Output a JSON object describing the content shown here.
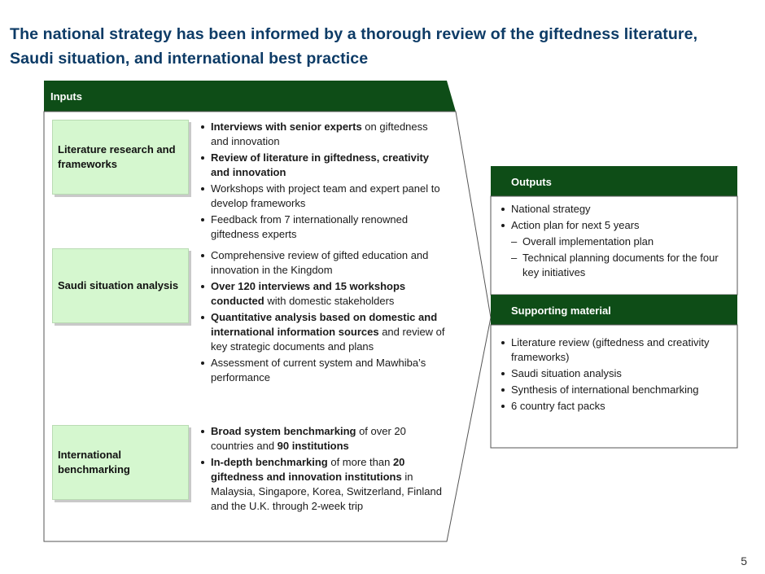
{
  "title": "The national strategy has been informed by a thorough review of the giftedness literature, Saudi situation, and international best practice",
  "inputs": {
    "header": "Inputs",
    "sections": [
      {
        "label": "Literature research and frameworks",
        "bullets": [
          {
            "bold": "Interviews with senior experts",
            "rest": " on giftedness and innovation"
          },
          {
            "bold": "Review of literature in giftedness, creativity and innovation",
            "rest": ""
          },
          {
            "bold": "",
            "rest": "Workshops with project team and expert panel to develop  frameworks"
          },
          {
            "bold": "",
            "rest": "Feedback from 7 internationally renowned giftedness experts"
          }
        ]
      },
      {
        "label": "Saudi situation analysis",
        "bullets": [
          {
            "bold": "",
            "rest": "Comprehensive review of gifted education and innovation in the Kingdom"
          },
          {
            "bold": "Over 120 interviews and 15 workshops conducted",
            "rest": " with domestic stakeholders"
          },
          {
            "bold": "Quantitative analysis based on domestic and international information sources",
            "rest": " and review of key strategic documents and plans"
          },
          {
            "bold": "",
            "rest": "Assessment of current system and Mawhiba’s performance"
          }
        ]
      },
      {
        "label": "International benchmarking",
        "bullets": [
          {
            "bold": "Broad system benchmarking",
            "rest": " of over 20 countries and ",
            "bold2": "90 institutions",
            "rest2": ""
          },
          {
            "bold": "In-depth benchmarking",
            "rest": " of more than ",
            "bold2": "20 giftedness and innovation institutions",
            "rest2": " in Malaysia, Singapore, Korea, Switzerland, Finland and the U.K. through 2-week trip"
          }
        ]
      }
    ]
  },
  "outputs": {
    "header": "Outputs",
    "bullets": [
      "National strategy",
      "Action plan for next 5 years"
    ],
    "subbullets": [
      "Overall implementation plan",
      "Technical planning documents for the four key initiatives"
    ]
  },
  "supporting": {
    "header": "Supporting material",
    "bullets": [
      "Literature review (giftedness and creativity frameworks)",
      "Saudi situation analysis",
      "Synthesis of international benchmarking",
      "6 country fact packs"
    ]
  },
  "page_number": "5",
  "colors": {
    "title": "#0d3b66",
    "header_green": "#0e4d17",
    "box_green": "#d5f7cf"
  }
}
